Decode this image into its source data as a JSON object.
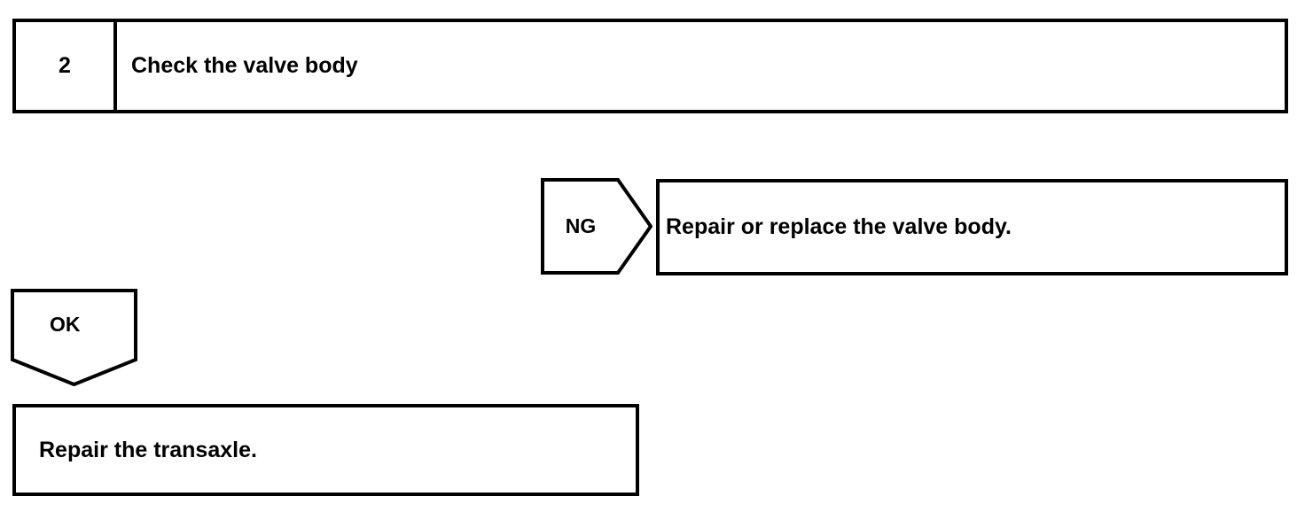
{
  "page": {
    "title": "Check the valve body diagnostic step",
    "background_color": "#ffffff",
    "line_color": "#000000",
    "text_color": "#000000"
  },
  "step": {
    "number": "2",
    "label": "Check the valve body"
  },
  "branches": {
    "ng": {
      "marker": "NG",
      "marker_shape": "right-arrow-pentagon",
      "result_text": "Repair or replace the valve body."
    },
    "ok": {
      "marker": "OK",
      "marker_shape": "down-arrow-pentagon",
      "result_text": "Repair the transaxle."
    }
  }
}
